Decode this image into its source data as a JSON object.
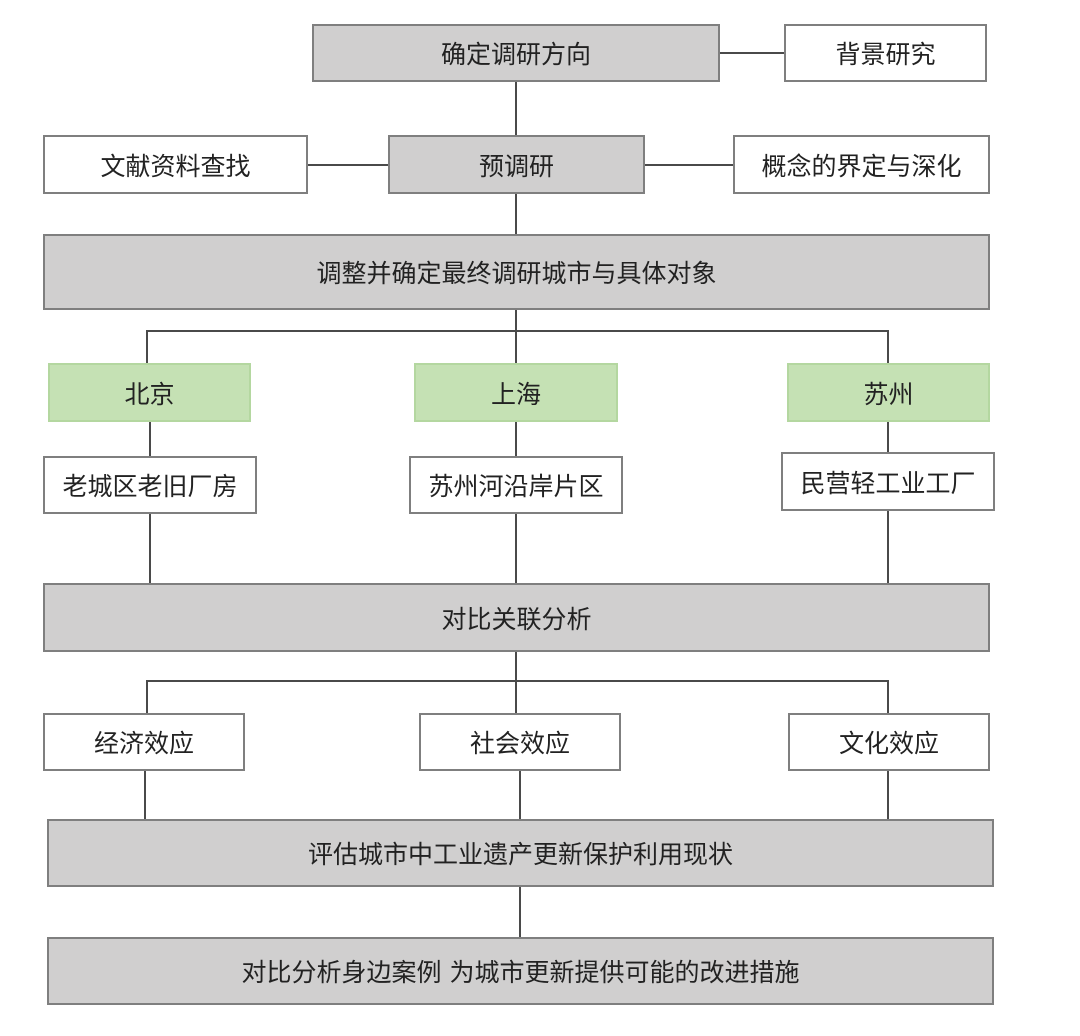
{
  "nodes": {
    "direction": "确定调研方向",
    "background": "背景研究",
    "literature": "文献资料查找",
    "pre_research": "预调研",
    "concept": "概念的界定与深化",
    "adjust": "调整并确定最终调研城市与具体对象",
    "cities": {
      "beijing": "北京",
      "shanghai": "上海",
      "suzhou": "苏州"
    },
    "objects": {
      "beijing": "老城区老旧厂房",
      "shanghai": "苏州河沿岸片区",
      "suzhou": "民营轻工业工厂"
    },
    "compare": "对比关联分析",
    "effects": {
      "economic": "经济效应",
      "social": "社会效应",
      "cultural": "文化效应"
    },
    "evaluate": "评估城市中工业遗产更新保护利用现状",
    "conclude": "对比分析身边案例 为城市更新提供可能的改进措施"
  },
  "colors": {
    "box_gray": "#d0cfcf",
    "box_green": "#c5e1b4",
    "border": "#7f7f7f",
    "line": "#4a4a4a"
  }
}
